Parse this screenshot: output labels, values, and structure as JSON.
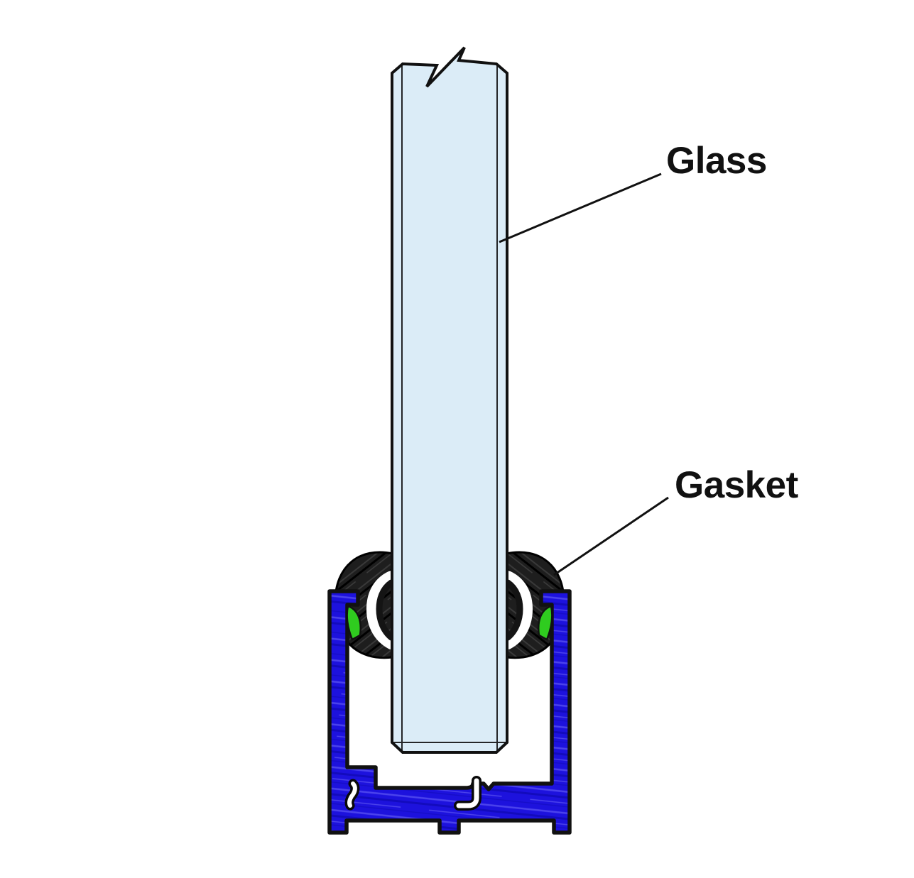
{
  "diagram": {
    "type": "glazing-cross-section",
    "labels": {
      "glass": "Glass",
      "gasket": "Gasket"
    },
    "annotations": [
      {
        "label": "Glass",
        "points_to": "glass-panel"
      },
      {
        "label": "Gasket",
        "points_to": "gasket-right"
      }
    ],
    "parts": [
      "glass-panel",
      "gasket-left",
      "gasket-right",
      "glazing-wedge-left",
      "glazing-wedge-right",
      "frame-profile"
    ],
    "colors": {
      "background": "#ffffff",
      "outline": "#111111",
      "glass_fill": "#dbecf7",
      "frame_blue": "#1d12dd",
      "frame_blue_light": "#5a52f2",
      "frame_blue_dark": "#0b06a8",
      "gasket_black": "#1e1e1e",
      "gasket_streak": "#404040",
      "wedge_green": "#2fcc1f",
      "label_text": "#111111"
    }
  }
}
